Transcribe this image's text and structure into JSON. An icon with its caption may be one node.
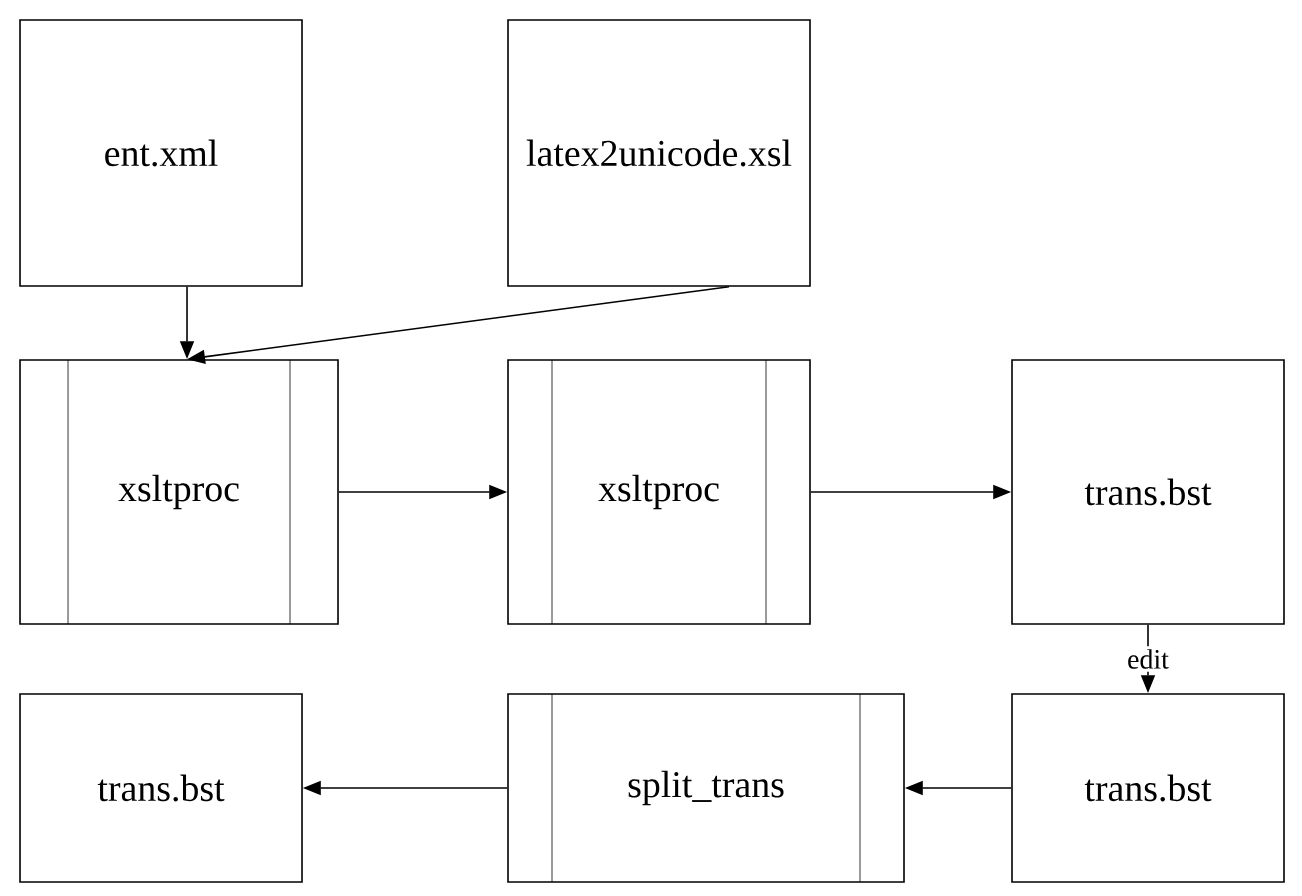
{
  "diagram": {
    "nodes": [
      {
        "text": [
          "ent.xml"
        ]
      },
      {
        "text": [
          "latex2unicode.xsl"
        ]
      },
      {
        "text": [
          "xsltproc"
        ]
      },
      {
        "text": [
          "xsltproc"
        ]
      },
      {
        "text": [
          "trans.bst"
        ]
      },
      {
        "text": [
          "trans.bst"
        ]
      },
      {
        "text": [
          "split_trans"
        ]
      },
      {
        "text": [
          "trans.bst"
        ]
      }
    ],
    "edges": [
      {
        "from": 0,
        "to": 2,
        "arrow": "to"
      },
      {
        "from": 1,
        "to": 2,
        "arrow": "to"
      },
      {
        "from": 2,
        "to": 3,
        "arrow": "to"
      },
      {
        "from": 3,
        "to": 4,
        "arrow": "to"
      },
      {
        "from": 4,
        "to": 5,
        "arrow": "to",
        "label": "edit"
      },
      {
        "from": 5,
        "to": 6,
        "arrow": "to"
      },
      {
        "from": 6,
        "to": 7,
        "arrow": "to"
      }
    ]
  }
}
